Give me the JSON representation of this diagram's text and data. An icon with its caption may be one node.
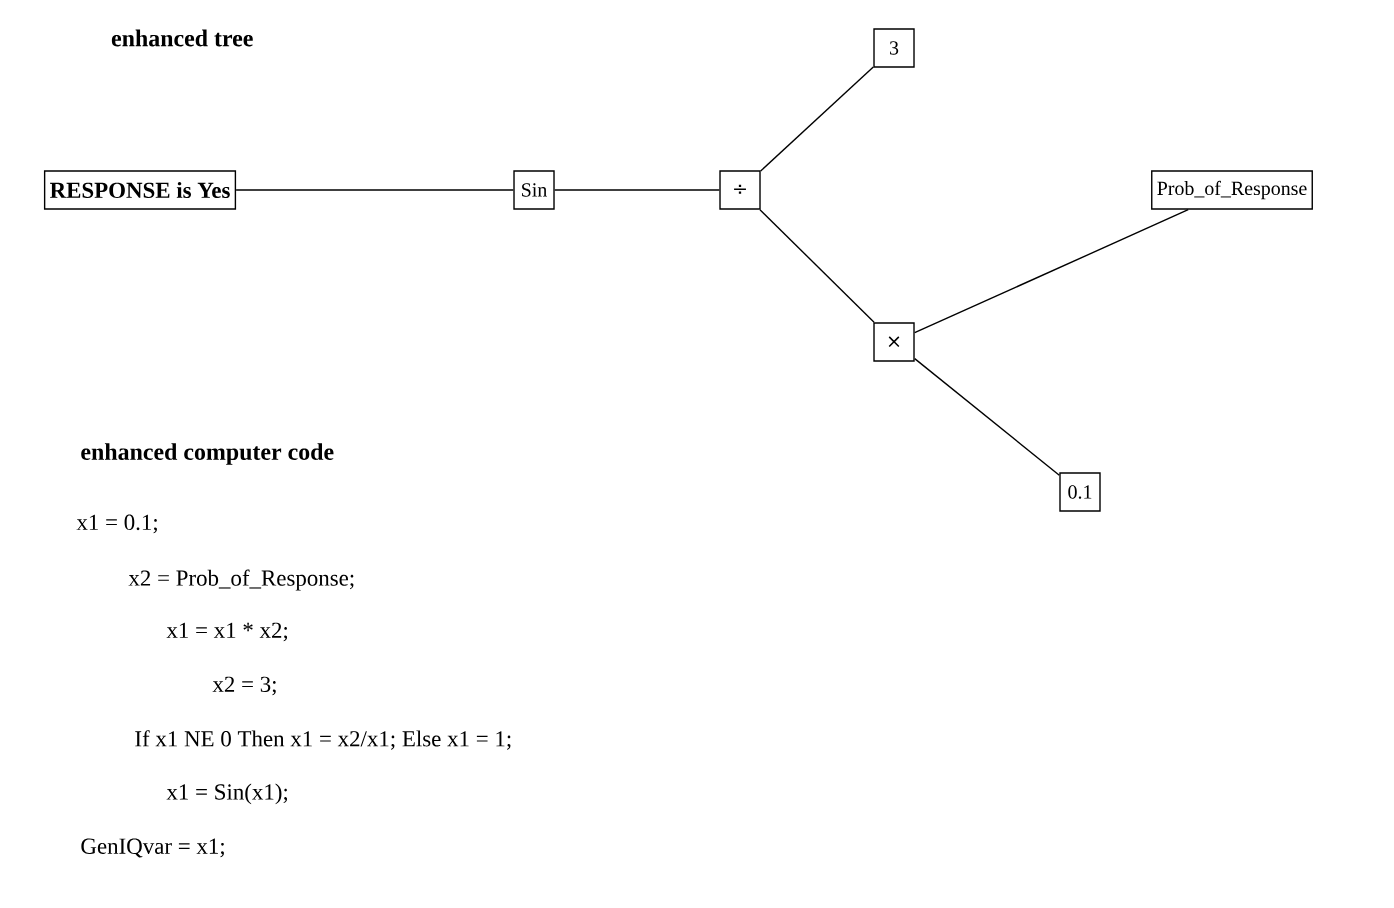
{
  "diagram": {
    "title": "enhanced tree",
    "nodes": [
      {
        "text": [
          "RESPONSE is Yes"
        ]
      },
      {
        "text": [
          "Sin"
        ]
      },
      {
        "text": [
          "÷"
        ]
      },
      {
        "text": [
          "3"
        ]
      },
      {
        "text": [
          "Prob_of_Response"
        ]
      },
      {
        "text": [
          "×"
        ]
      },
      {
        "text": [
          "0.1"
        ]
      }
    ],
    "edges": [
      {
        "from": 0,
        "to": 1,
        "arrow": "none"
      },
      {
        "from": 1,
        "to": 2,
        "arrow": "none"
      },
      {
        "from": 2,
        "to": 3,
        "arrow": "none"
      },
      {
        "from": 2,
        "to": 5,
        "arrow": "none"
      },
      {
        "from": 5,
        "to": 4,
        "arrow": "none"
      },
      {
        "from": 5,
        "to": 6,
        "arrow": "none"
      }
    ],
    "labels": [
      "enhanced computer code",
      "x1 = 0.1;",
      "x2 = Prob_of_Response;",
      "x1 = x1 * x2;",
      "x2 = 3;",
      "If x1 NE 0 Then x1 = x2/x1; Else x1 = 1;",
      "x1 = Sin(x1);",
      "GenIQvar = x1;"
    ]
  }
}
